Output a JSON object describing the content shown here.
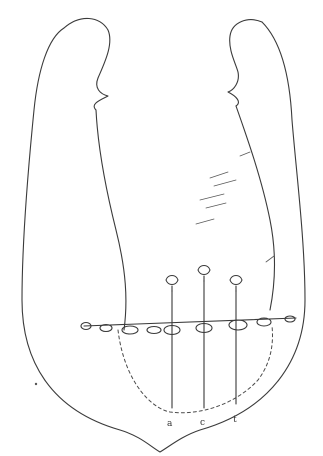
{
  "labels": {
    "left": "a",
    "middle": "c",
    "right": "t"
  }
}
